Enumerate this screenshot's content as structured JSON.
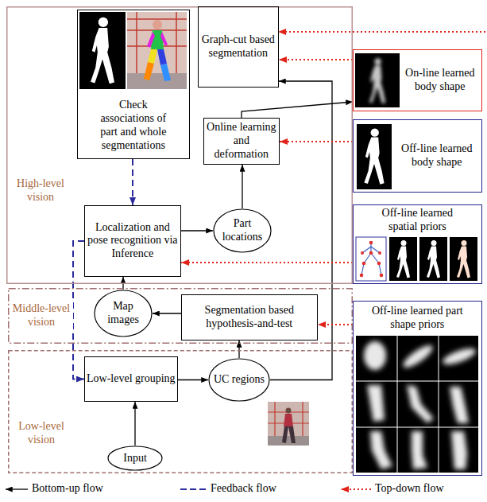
{
  "diagram": {
    "nodes": [
      {
        "text": [
          "High-level vision"
        ]
      },
      {
        "text": [
          "Check associations of part and whole segmentations"
        ],
        "in": 0
      },
      {
        "text": [
          "Graph-cut based segmentation"
        ],
        "in": 0
      },
      {
        "text": [
          "Online learning and deformation"
        ],
        "in": 0
      },
      {
        "text": [
          "Localization and pose recognition via Inference"
        ],
        "in": 0
      },
      {
        "text": [
          "Part locations"
        ],
        "in": 0
      },
      {
        "text": [
          "On-line learned body shape"
        ]
      },
      {
        "text": [
          "Off-line learned body shape"
        ]
      },
      {
        "text": [
          "Off-line learned spatial priors"
        ]
      },
      {
        "text": [
          "Middle-level vision"
        ]
      },
      {
        "text": [
          "Map images"
        ],
        "in": 9
      },
      {
        "text": [
          "Segmentation based hypothesis-and-test"
        ],
        "in": 9
      },
      {
        "text": [
          "Off-line learned part shape priors"
        ]
      },
      {
        "text": [
          "Low-level vision"
        ]
      },
      {
        "text": [
          "Low-level grouping"
        ],
        "in": 13
      },
      {
        "text": [
          "UC regions"
        ],
        "in": 13
      },
      {
        "text": [
          "Input"
        ],
        "in": 13
      }
    ],
    "edges": [
      {
        "from": 16,
        "to": 14,
        "arrow": "to"
      },
      {
        "from": 14,
        "to": 15,
        "arrow": "to"
      },
      {
        "from": 15,
        "to": 11,
        "arrow": "to"
      },
      {
        "from": 15,
        "to": 2,
        "arrow": "to"
      },
      {
        "from": 11,
        "to": 10,
        "arrow": "to"
      },
      {
        "from": 10,
        "to": 4,
        "arrow": "to"
      },
      {
        "from": 4,
        "to": 5,
        "arrow": "to"
      },
      {
        "from": 5,
        "to": 3,
        "arrow": "to"
      },
      {
        "from": 3,
        "to": 6,
        "arrow": "to"
      },
      {
        "from": 1,
        "to": 4,
        "arrow": "to"
      },
      {
        "from": 4,
        "to": 14,
        "arrow": "to"
      },
      {
        "from": 6,
        "to": 2,
        "arrow": "to"
      },
      {
        "from": 7,
        "to": 3,
        "arrow": "to"
      },
      {
        "from": 8,
        "to": 4,
        "arrow": "to"
      },
      {
        "from": 12,
        "to": 11,
        "arrow": "to"
      }
    ],
    "legend": [
      {
        "text": "Bottom-up flow"
      },
      {
        "text": "Feedback flow"
      },
      {
        "text": "Top-down flow"
      }
    ]
  }
}
